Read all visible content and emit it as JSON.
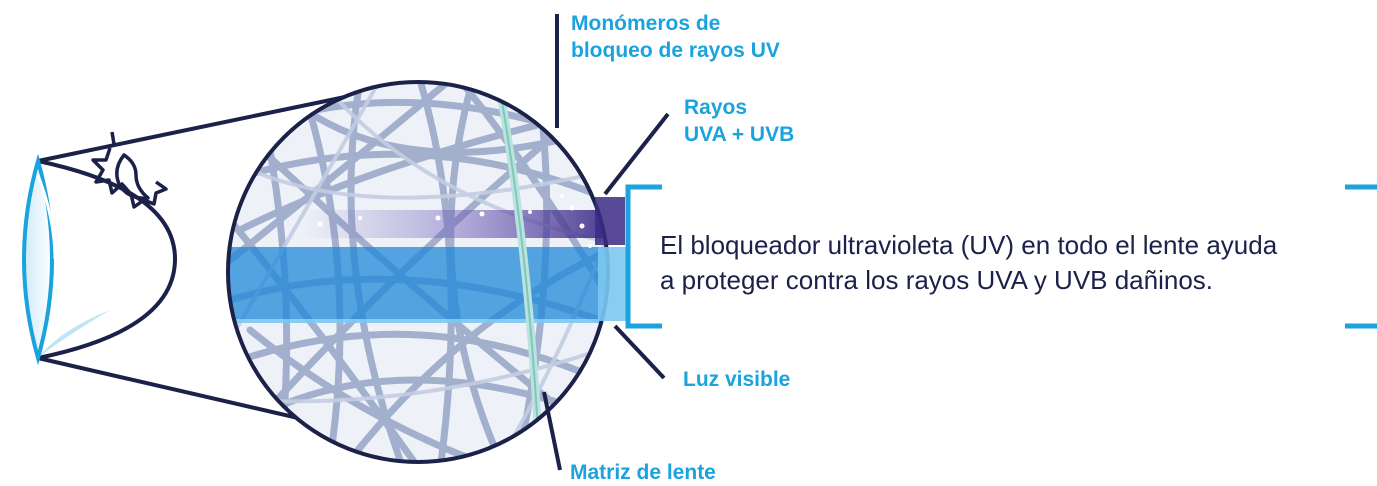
{
  "labels": {
    "monomers": [
      "Monómeros de",
      "bloqueo de rayos UV"
    ],
    "rays": [
      "Rayos",
      "UVA + UVB"
    ],
    "visible_light": "Luz visible",
    "matrix": "Matriz de lente"
  },
  "description": [
    "El bloqueador ultravioleta (UV) en todo el lente ayuda",
    "a proteger contra los rayos UVA y UVB dañinos."
  ],
  "icons": [
    "contact-lens-icon",
    "sun-icon"
  ],
  "colors": {
    "navy": "#1b2148",
    "accent_blue": "#1aa3dc",
    "fiber": "#9aa9c8",
    "uv_band": "#5a4aa0",
    "visible_band": "#1e88d8"
  }
}
